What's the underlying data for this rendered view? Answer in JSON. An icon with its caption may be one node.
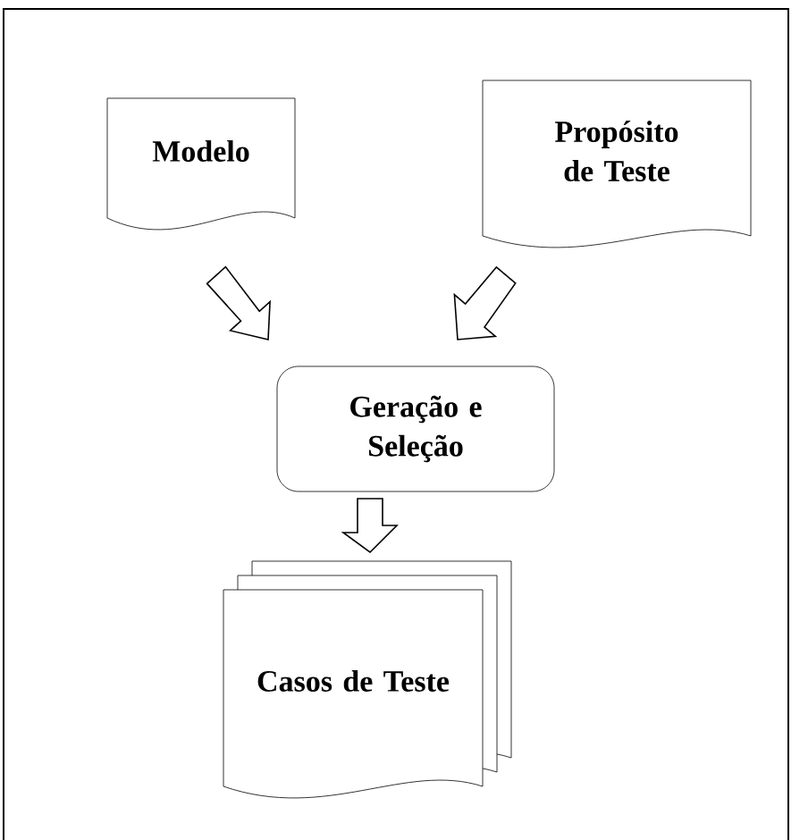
{
  "diagram": {
    "nodes": [
      {
        "text": [
          "Modelo"
        ]
      },
      {
        "text": [
          "Propósito de Teste"
        ]
      },
      {
        "text": [
          "Geração e Seleção"
        ]
      },
      {
        "text": [
          "Casos de Teste"
        ]
      }
    ],
    "edges": [
      {
        "from": 0,
        "to": 2,
        "arrow": "to"
      },
      {
        "from": 1,
        "to": 2,
        "arrow": "to"
      },
      {
        "from": 2,
        "to": 3,
        "arrow": "to"
      }
    ]
  }
}
